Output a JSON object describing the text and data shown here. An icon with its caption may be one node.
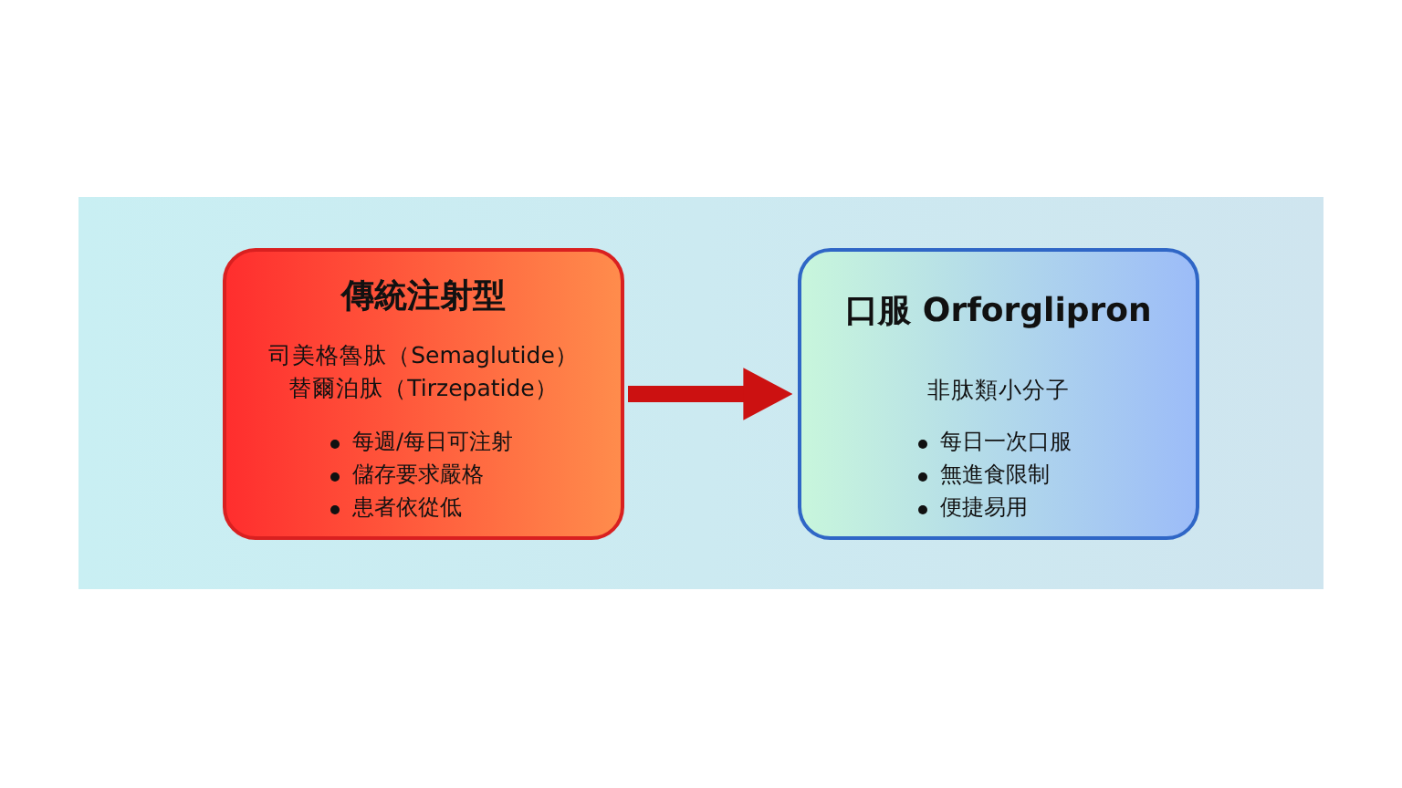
{
  "diagram": {
    "nodes": [
      {
        "text": [
          "傳統注射型",
          "司美格魯肽（Semaglutide）",
          "替爾泊肽（Tirzepatide）",
          "每週/每日可注射",
          "儲存要求嚴格",
          "患者依從低"
        ]
      },
      {
        "text": [
          "口服 Orforglipron",
          "非肽類小分子",
          "每日一次口服",
          "無進食限制",
          "便捷易用"
        ]
      }
    ],
    "edges": [
      {
        "from": 0,
        "to": 1,
        "arrow": "to"
      }
    ]
  }
}
